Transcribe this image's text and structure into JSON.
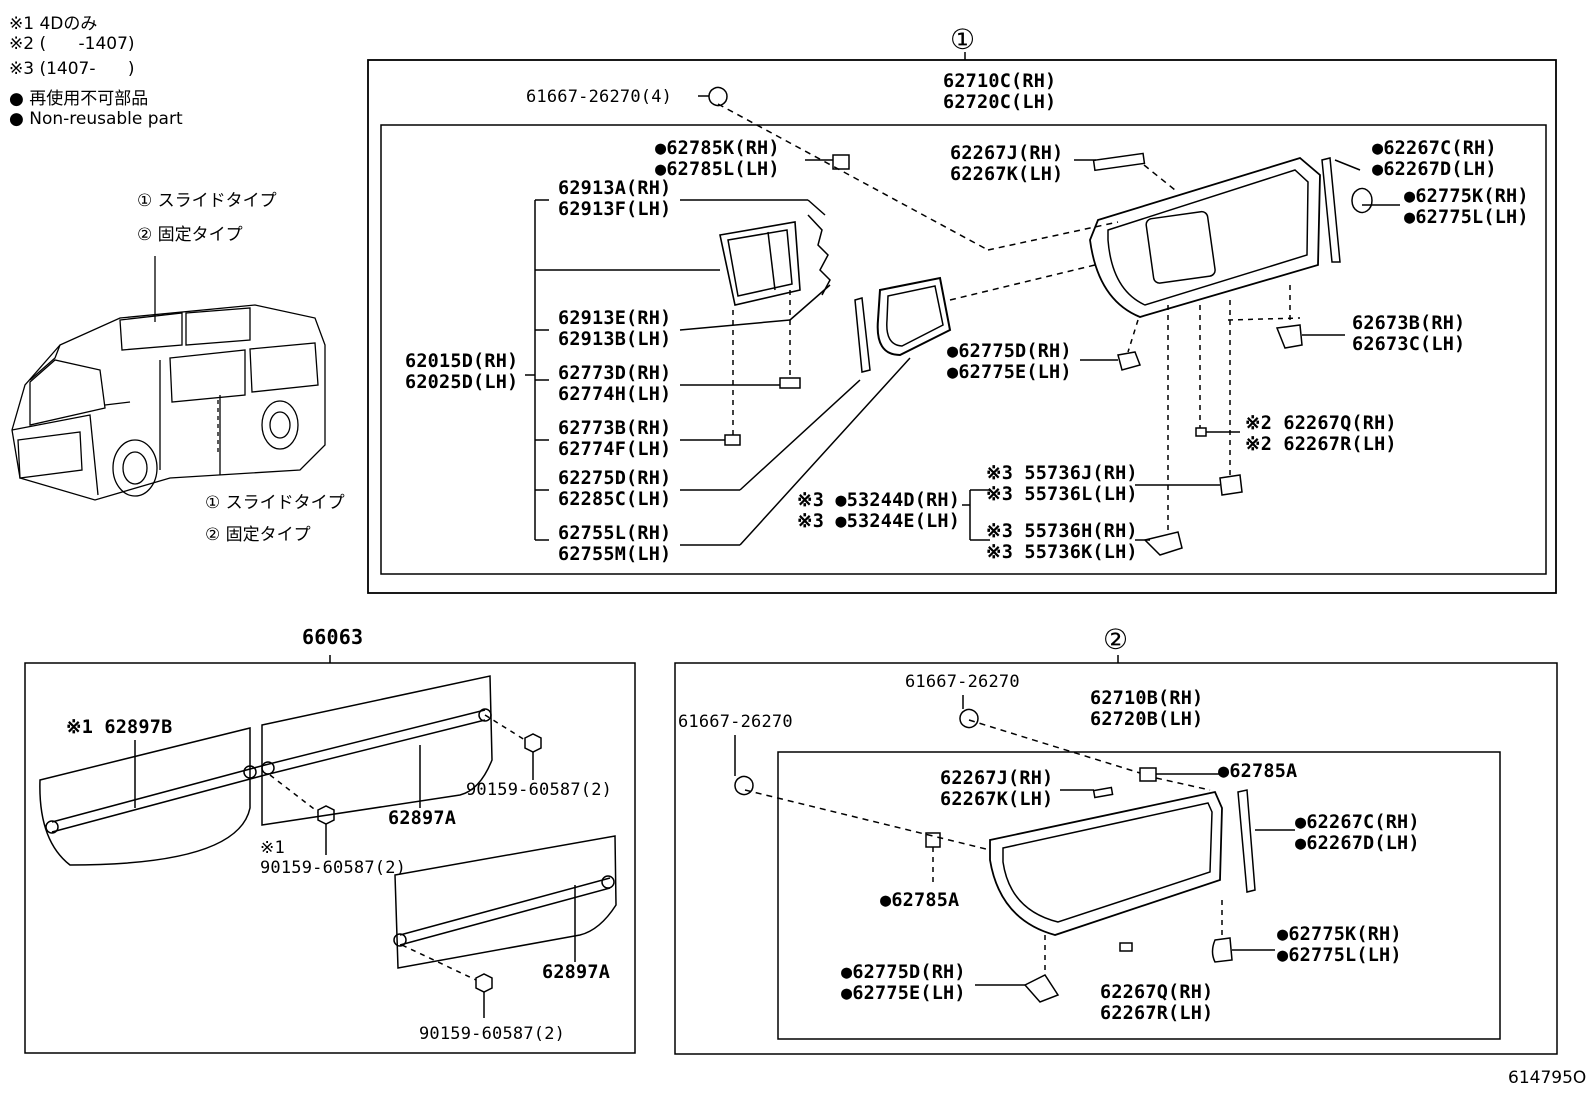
{
  "legend": {
    "n1": "※1 4Dのみ",
    "n2": "※2 (      -1407)",
    "n3": "※3 (1407-      )",
    "jp_nonreusable": "● 再使用不可部品",
    "en_nonreusable": "● Non-reusable part",
    "type1": "① スライドタイプ",
    "type2": "② 固定タイプ"
  },
  "sections": {
    "s1": "①",
    "s2": "②",
    "s3": "66063"
  },
  "s1_labels": {
    "a": "61667-26270(4)",
    "b": "62710C(RH)\n62720C(LH)",
    "c": "●62785K(RH)\n●62785L(LH)",
    "d": "62267J(RH)\n62267K(LH)",
    "e": "●62267C(RH)\n●62267D(LH)",
    "f": "●62775K(RH)\n●62775L(LH)",
    "g": "62913A(RH)\n62913F(LH)",
    "h": "62913E(RH)\n62913B(LH)",
    "i": "62015D(RH)\n62025D(LH)",
    "j": "62773D(RH)\n62774H(LH)",
    "k": "62773B(RH)\n62774F(LH)",
    "l": "62275D(RH)\n62285C(LH)",
    "m": "62755L(RH)\n62755M(LH)",
    "n": "●62775D(RH)\n●62775E(LH)",
    "o": "62673B(RH)\n62673C(LH)",
    "p": "※2 62267Q(RH)\n※2 62267R(LH)",
    "q": "※3 55736J(RH)\n※3 55736L(LH)",
    "r": "※3 ●53244D(RH)\n※3 ●53244E(LH)",
    "s": "※3 55736H(RH)\n※3 55736K(LH)"
  },
  "s3_labels": {
    "a": "※1 62897B",
    "b": "62897A",
    "c": "90159-60587(2)",
    "d": "※1\n90159-60587(2)",
    "e": "62897A",
    "f": "90159-60587(2)"
  },
  "s2_labels": {
    "a": "61667-26270",
    "b": "61667-26270",
    "c": "62710B(RH)\n62720B(LH)",
    "d": "●62785A",
    "e": "62267J(RH)\n62267K(LH)",
    "f": "●62267C(RH)\n●62267D(LH)",
    "g": "●62785A",
    "h": "●62775K(RH)\n●62775L(LH)",
    "i": "●62775D(RH)\n●62775E(LH)",
    "j": "62267Q(RH)\n62267R(LH)"
  },
  "footer": {
    "code": "614795O"
  }
}
